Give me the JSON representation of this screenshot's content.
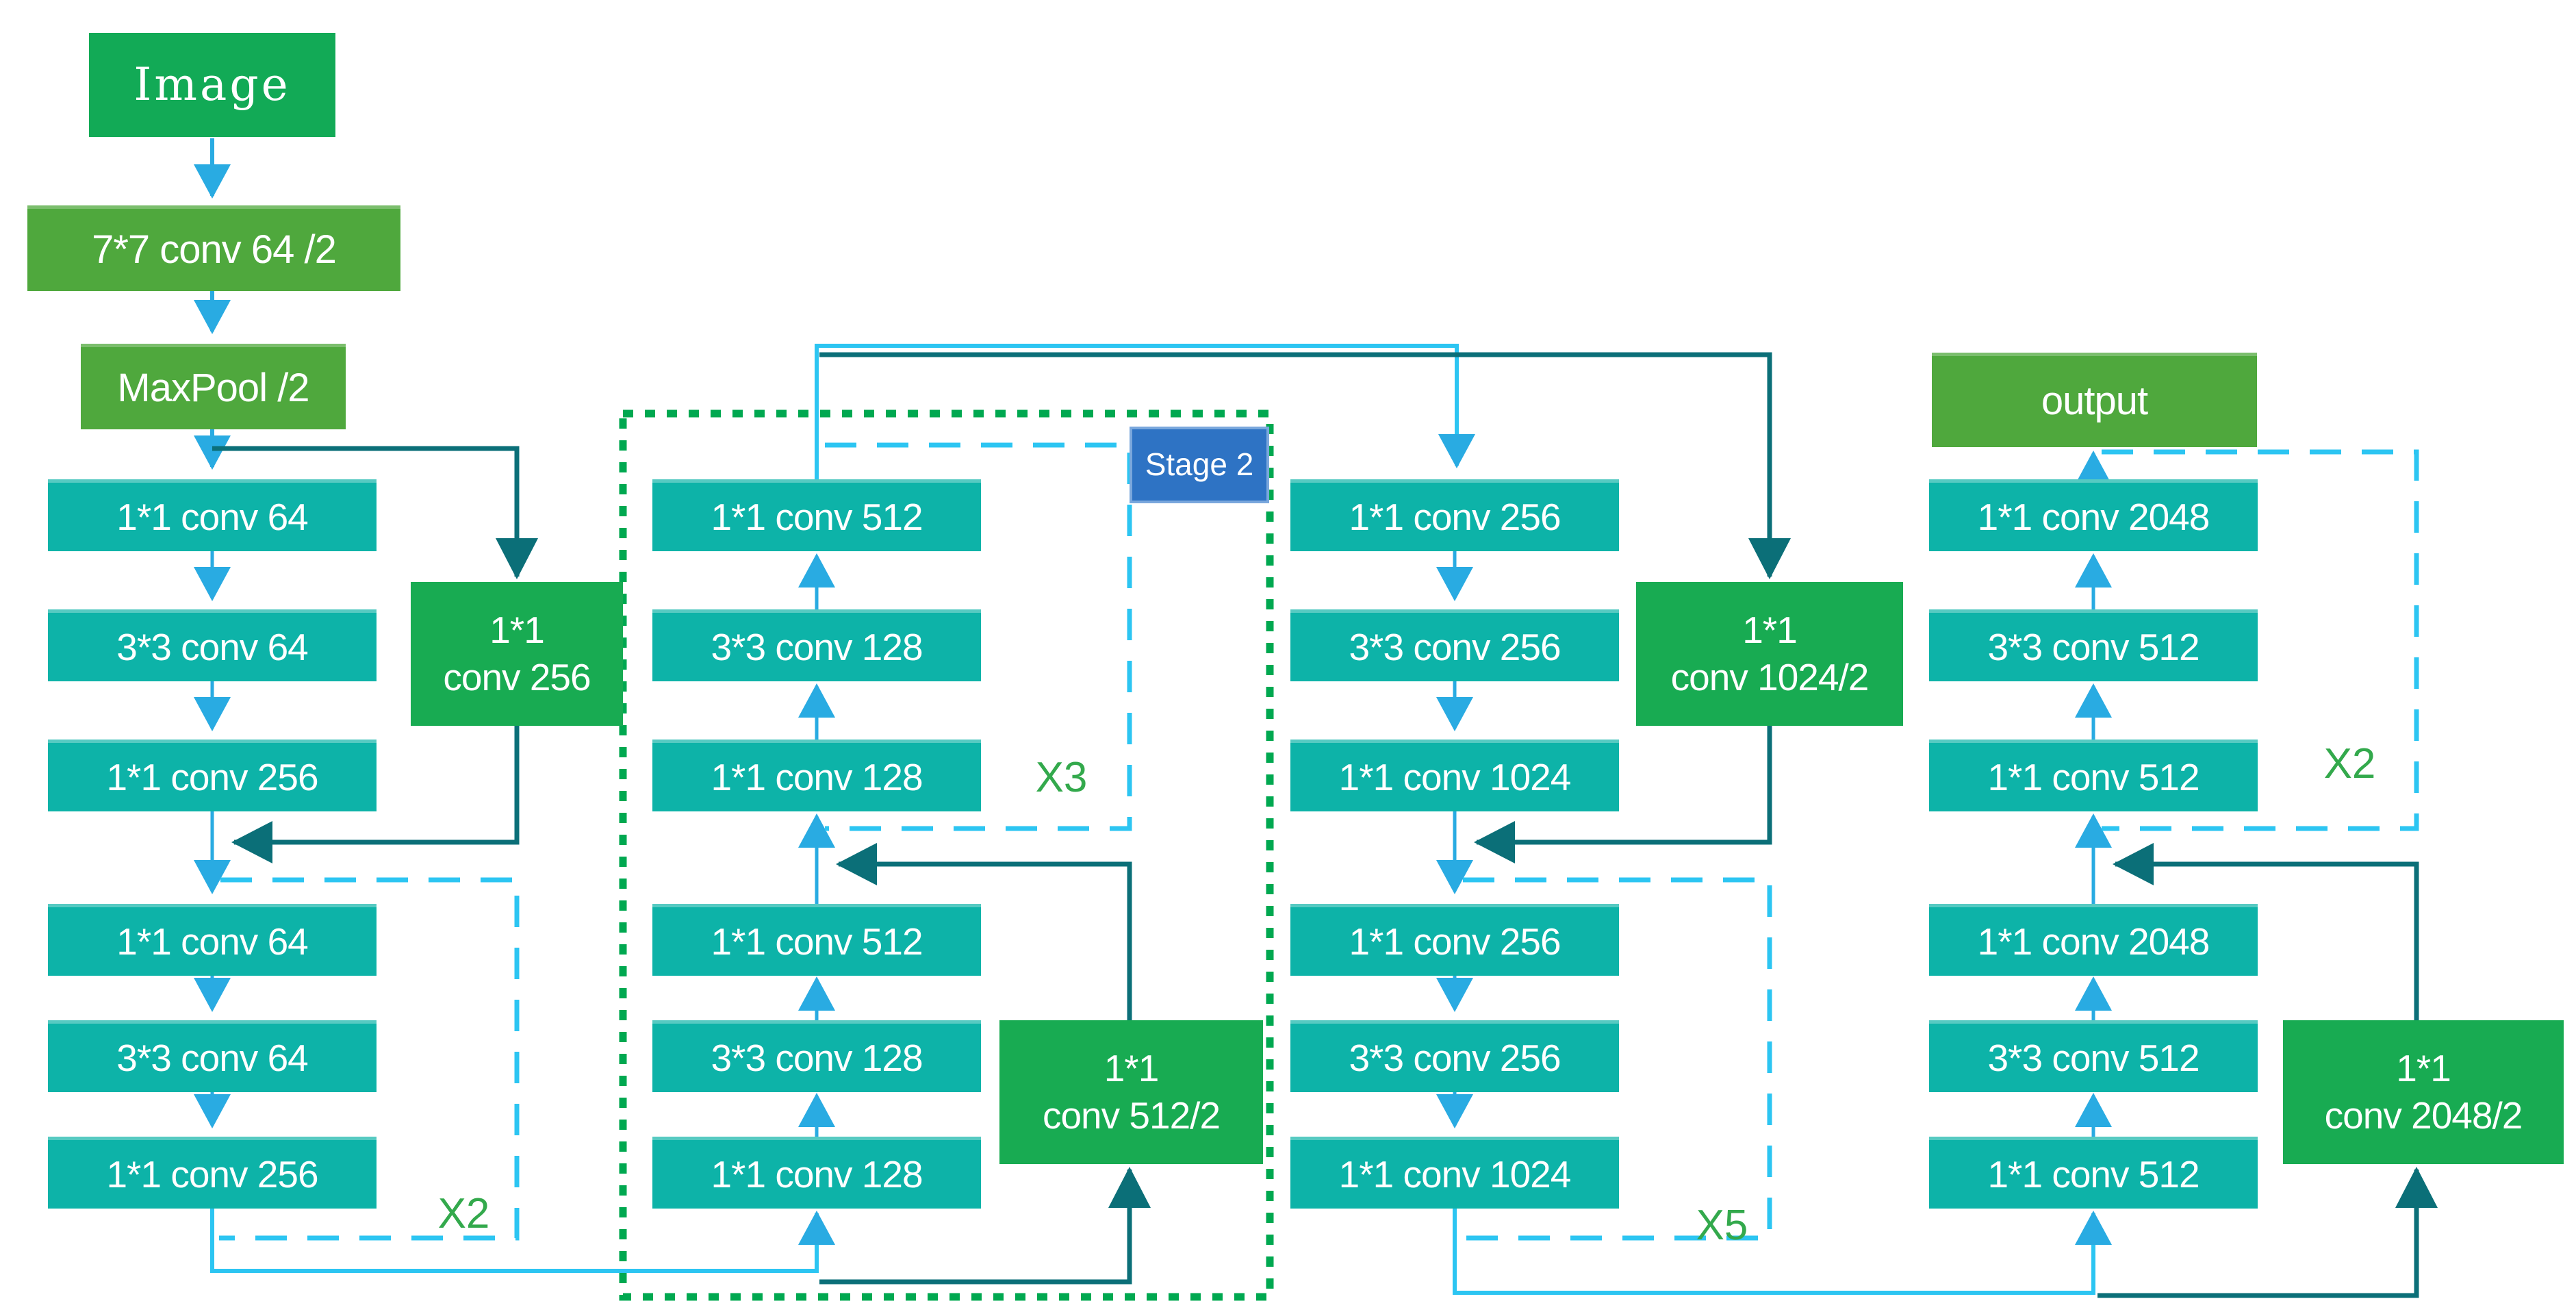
{
  "diagram": {
    "title_semantics": "ResNet-50 style CNN architecture flow diagram",
    "stem": {
      "image_label": "Image",
      "conv7_label": "7*7 conv 64 /2",
      "maxpool_label": "MaxPool /2",
      "output_label": "output"
    },
    "stage_badge": "Stage 2",
    "columns": [
      {
        "id": "stage1",
        "direction": "down",
        "repeat_label": "X2",
        "shortcut": {
          "line1": "1*1",
          "line2": "conv 256"
        },
        "rows": [
          "1*1 conv 64",
          "3*3 conv 64",
          "1*1 conv 256",
          "1*1 conv 64",
          "3*3 conv 64",
          "1*1 conv 256"
        ]
      },
      {
        "id": "stage2",
        "direction": "up",
        "repeat_label": "X3",
        "shortcut": {
          "line1": "1*1",
          "line2": "conv 512/2"
        },
        "rows": [
          "1*1 conv 512",
          "3*3 conv 128",
          "1*1 conv 128",
          "1*1 conv 512",
          "3*3 conv 128",
          "1*1 conv 128"
        ]
      },
      {
        "id": "stage3",
        "direction": "down",
        "repeat_label": "X5",
        "shortcut": {
          "line1": "1*1",
          "line2": "conv 1024/2"
        },
        "rows": [
          "1*1 conv 256",
          "3*3 conv 256",
          "1*1 conv 1024",
          "1*1 conv 256",
          "3*3 conv 256",
          "1*1 conv 1024"
        ]
      },
      {
        "id": "stage4",
        "direction": "up",
        "repeat_label": "X2",
        "shortcut": {
          "line1": "1*1",
          "line2": "conv 2048/2"
        },
        "rows": [
          "1*1 conv 2048",
          "3*3 conv 512",
          "1*1 conv 512",
          "1*1 conv 2048",
          "3*3 conv 512",
          "1*1 conv 512"
        ]
      }
    ],
    "colors": {
      "block_teal": "#0db3a8",
      "shortcut_green": "#18ab52",
      "stem_green": "#4fa83d",
      "image_green": "#12aa56",
      "arrow_blue": "#29abe2",
      "connector_dark_teal": "#0b6f78",
      "rail_cyan": "#2cc5f2",
      "stage_border_green": "#00a850",
      "stage_badge_blue": "#2e73c4",
      "repeat_label_green": "#33a94c"
    }
  }
}
